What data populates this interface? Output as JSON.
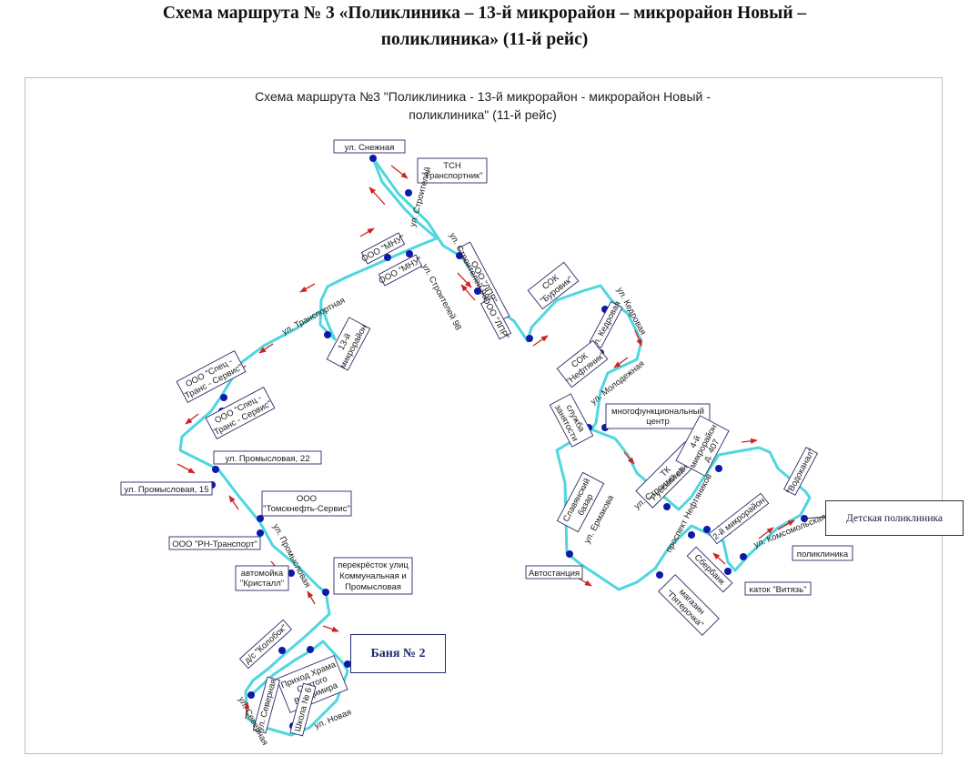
{
  "heading": {
    "line1": "Схема маршрута № 3 «Поликлиника – 13-й микрорайон – микрорайон Новый –",
    "line2": "поликлиника» (11-й рейс)"
  },
  "map": {
    "title_line1": "Схема маршрута №3 \"Поликлиника - 13-й микрорайон - микрорайон Новый -",
    "title_line2": "поликлиника\" (11-й рейс)",
    "route_color": "#4fd6e0",
    "stop_color": "#0b1aa8",
    "arrow_color": "#cc2222",
    "streets": {
      "snezhnaya": "ул. Снежная",
      "stroiteley": "ул. Строителей",
      "stroiteley_98": "ул. Строителей 98",
      "stroiteley_98b": "ул. Строителей 98",
      "transportnaya": "ул. Транспортная",
      "kedrovaya": "ул. Кедровая",
      "molodezhnaya": "ул. Молодежная",
      "promyslovaya": "ул. Промысловая",
      "ermakova": "ул. Ермакова",
      "stroiteley_south": "ул. Строителей",
      "neftyanikov": "проспект Нефтяников",
      "komsomolskaya": "ул. Комсомольская",
      "severnaya": "ул. Северная",
      "severnaya2": "ул. Северная",
      "novaya": "ул. Новая"
    },
    "stops": {
      "snezhnaya": "ул. Снежная",
      "tsn_1": "ТСН",
      "tsn_2": "\"Транспортник\"",
      "ooo_lpr": "ООО \"ЛПР\"",
      "ooo_lpr2": "ООО \"ЛПР\"",
      "mnu_1": "ООО \"МНУ\"",
      "mnu_2": "ООО \"МНУ\"",
      "sok_burovik_1": "СОК",
      "sok_burovik_2": "\"Буровик\"",
      "kedrovaya": "ул. Кедровая",
      "sok_neftyanik_1": "СОК",
      "sok_neftyanik_2": "\"Нефтяник\"",
      "mkr13_1": "13-й",
      "mkr13_2": "микрорайон",
      "spets_a_1": "ООО \"Спец -",
      "spets_a_2": "Транс - Сервис\"",
      "spets_b_1": "ООО \"Спец -",
      "spets_b_2": "Транс - Сервис\"",
      "promyslovaya_22": "ул. Промысловая, 22",
      "promyslovaya_15": "ул. Промысловая, 15",
      "tomsk_1": "ООО",
      "tomsk_2": "\"Томскнефть-Сервис\"",
      "rn_transport": "ООО \"РН-Транспорт\"",
      "avtomoyka_1": "автомойка",
      "avtomoyka_2": "\"Кристалл\"",
      "crossroad_1": "перекрёсток улиц",
      "crossroad_2": "Коммунальная и",
      "crossroad_3": "Промысловая",
      "kolobok": "д/с \"Колобок\"",
      "prikhod_1": "Приход Храма",
      "prikhod_2": "Святого",
      "prikhod_3": "Владимира",
      "severnaya_stop": "ул. Северная",
      "school_6": "Школа № 6",
      "mfc_1": "многофункциональный",
      "mfc_2": "центр",
      "sluzhba_1": "служба",
      "sluzhba_2": "занятости",
      "slav_1": "Славянский",
      "slav_2": "базар",
      "avtostantsiya": "Автостанция",
      "tk_1": "ТК",
      "tk_2": "\"Русский стиль\"",
      "mkr4_1": "4-й",
      "mkr4_2": "микрорайон",
      "mkr4_3": "д. 407",
      "vodokanal": "\"Водоканал\"",
      "mkr2": "2-й микрорайон",
      "poliklinika": "поликлиника",
      "sberbank": "Сбербанк",
      "katok": "каток \"Витязь\"",
      "pyat_1": "магазин",
      "pyat_2": "\"Пятерочка\""
    },
    "callouts": {
      "banya": "Баня № 2",
      "kids_clinic": "Детская поликлиника"
    }
  }
}
